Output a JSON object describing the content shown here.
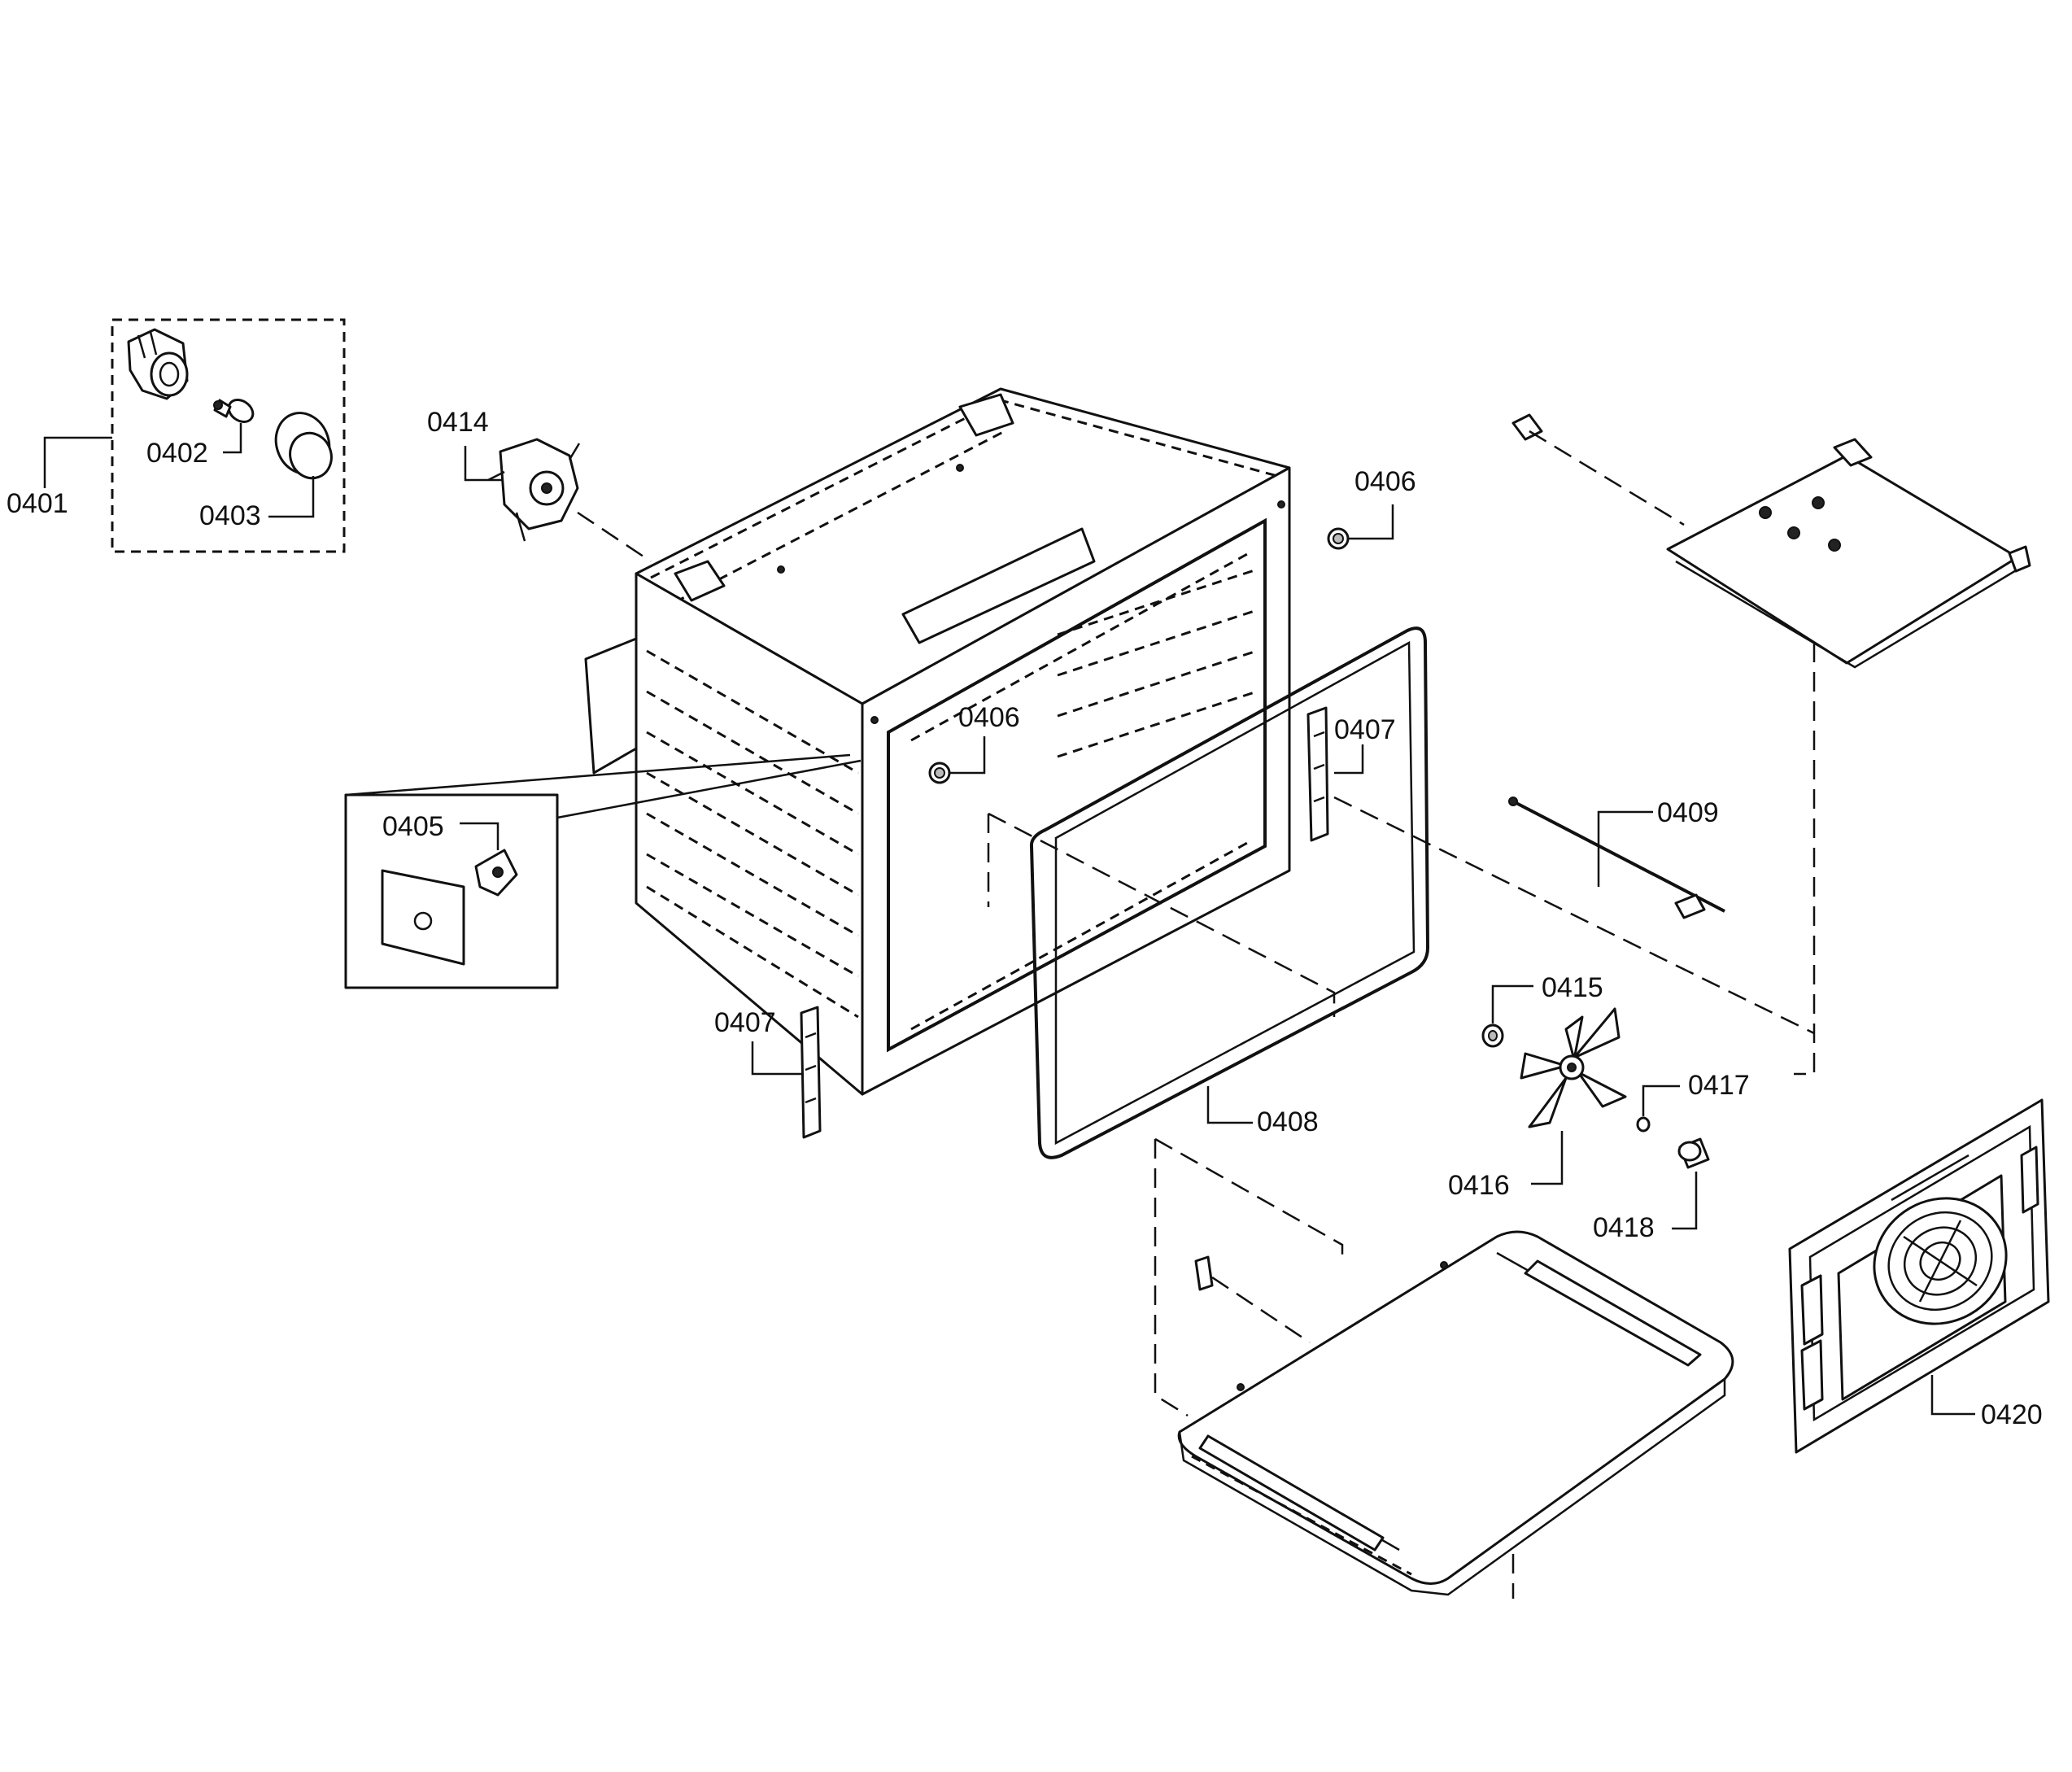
{
  "labels": {
    "p0401": "0401",
    "p0402": "0402",
    "p0403": "0403",
    "p0405": "0405",
    "p0406a": "0406",
    "p0406b": "0406",
    "p0407a": "0407",
    "p0407b": "0407",
    "p0408": "0408",
    "p0409": "0409",
    "p0414": "0414",
    "p0415": "0415",
    "p0416": "0416",
    "p0417": "0417",
    "p0418": "0418",
    "p0420": "0420"
  }
}
